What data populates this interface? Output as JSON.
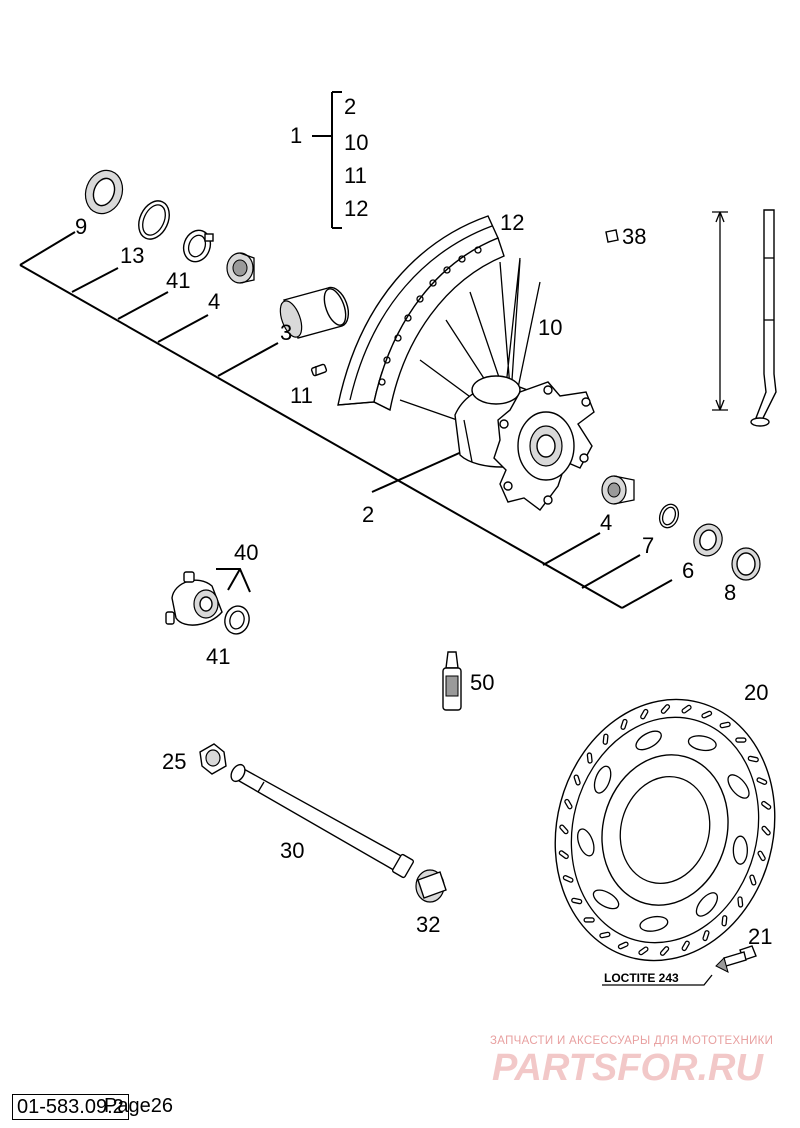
{
  "callouts": {
    "c1": "1",
    "c1_2": "2",
    "c1_10": "10",
    "c1_11": "11",
    "c1_12": "12",
    "c9": "9",
    "c13": "13",
    "c41a": "41",
    "c4a": "4",
    "c3": "3",
    "c11": "11",
    "c12": "12",
    "c10": "10",
    "c38": "38",
    "c2": "2",
    "c4b": "4",
    "c7": "7",
    "c6": "6",
    "c8": "8",
    "c40": "40",
    "c41b": "41",
    "c50": "50",
    "c20": "20",
    "c25": "25",
    "c30": "30",
    "c32": "32",
    "c21": "21"
  },
  "note": "LOCTITE 243",
  "watermark": {
    "line1": "ЗАПЧАСТИ И АКСЕССУАРЫ ДЛЯ МОТОТЕХНИКИ",
    "line2": "PARTSFOR.RU"
  },
  "footer": {
    "doc_code": "01-583.09.2",
    "page": "Page26"
  }
}
